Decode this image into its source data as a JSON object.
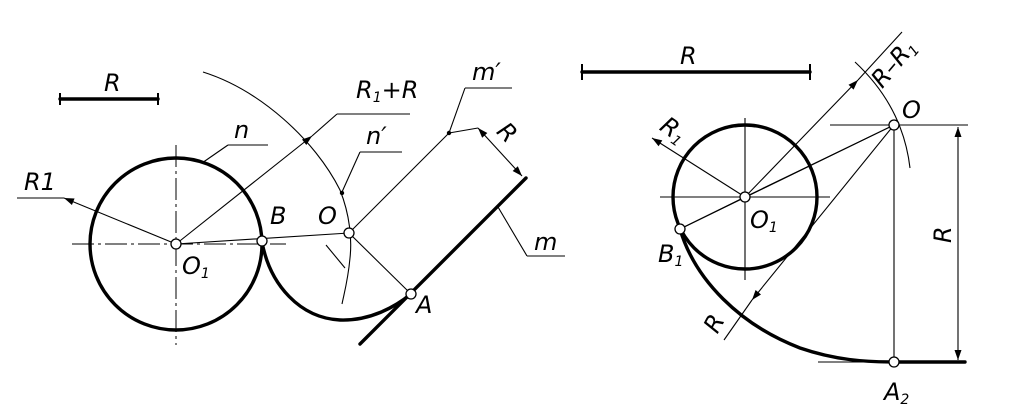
{
  "left_figure": {
    "scale_label": "R",
    "r1_label": "R1",
    "sum_label_main": "R",
    "sum_label_sub": "1",
    "sum_label_rest": "+R",
    "n_label": "n",
    "n_prime_label": "n′",
    "m_prime_label": "m′",
    "m_label": "m",
    "r_label": "R",
    "o1_main": "O",
    "o1_sub": "1",
    "b_label": "B",
    "o_label": "O",
    "a_label": "A"
  },
  "right_figure": {
    "scale_label": "R",
    "diff_label_main": "R–R",
    "diff_label_sub": "1",
    "o_label": "O",
    "r1_main": "R",
    "r1_sub": "1",
    "o1_main": "O",
    "o1_sub": "1",
    "b1_main": "B",
    "b1_sub": "1",
    "r_vertical_label": "R",
    "r_diag_label": "R",
    "a2_main": "A",
    "a2_sub": "2"
  }
}
